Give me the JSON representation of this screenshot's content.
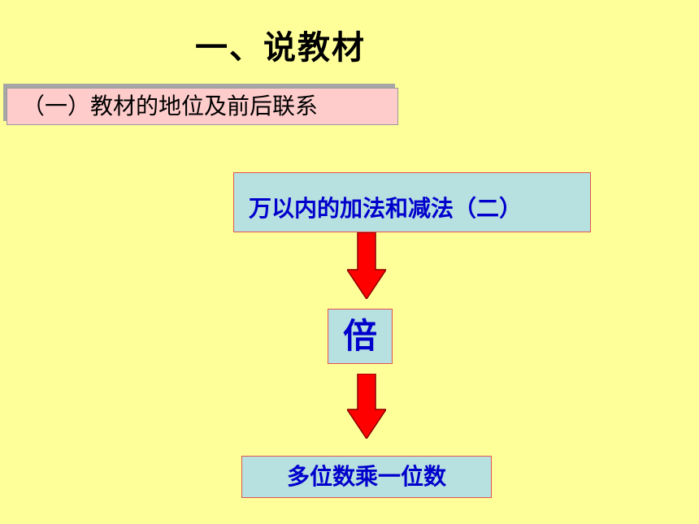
{
  "slide": {
    "title": "一、说教材",
    "subtitle": "（一）教材的地位及前后联系"
  },
  "flow": {
    "step1": "万以内的加法和减法（二）",
    "step2": "倍",
    "step3": "多位数乘一位数"
  },
  "colors": {
    "background": "#FFFF99",
    "subtitle_bg": "#FFCCCC",
    "box_bg": "#B7E0E0",
    "box_text": "#0000CC",
    "arrow": "#FF0000"
  },
  "icons": [
    "down-arrow-icon",
    "down-arrow-icon"
  ]
}
